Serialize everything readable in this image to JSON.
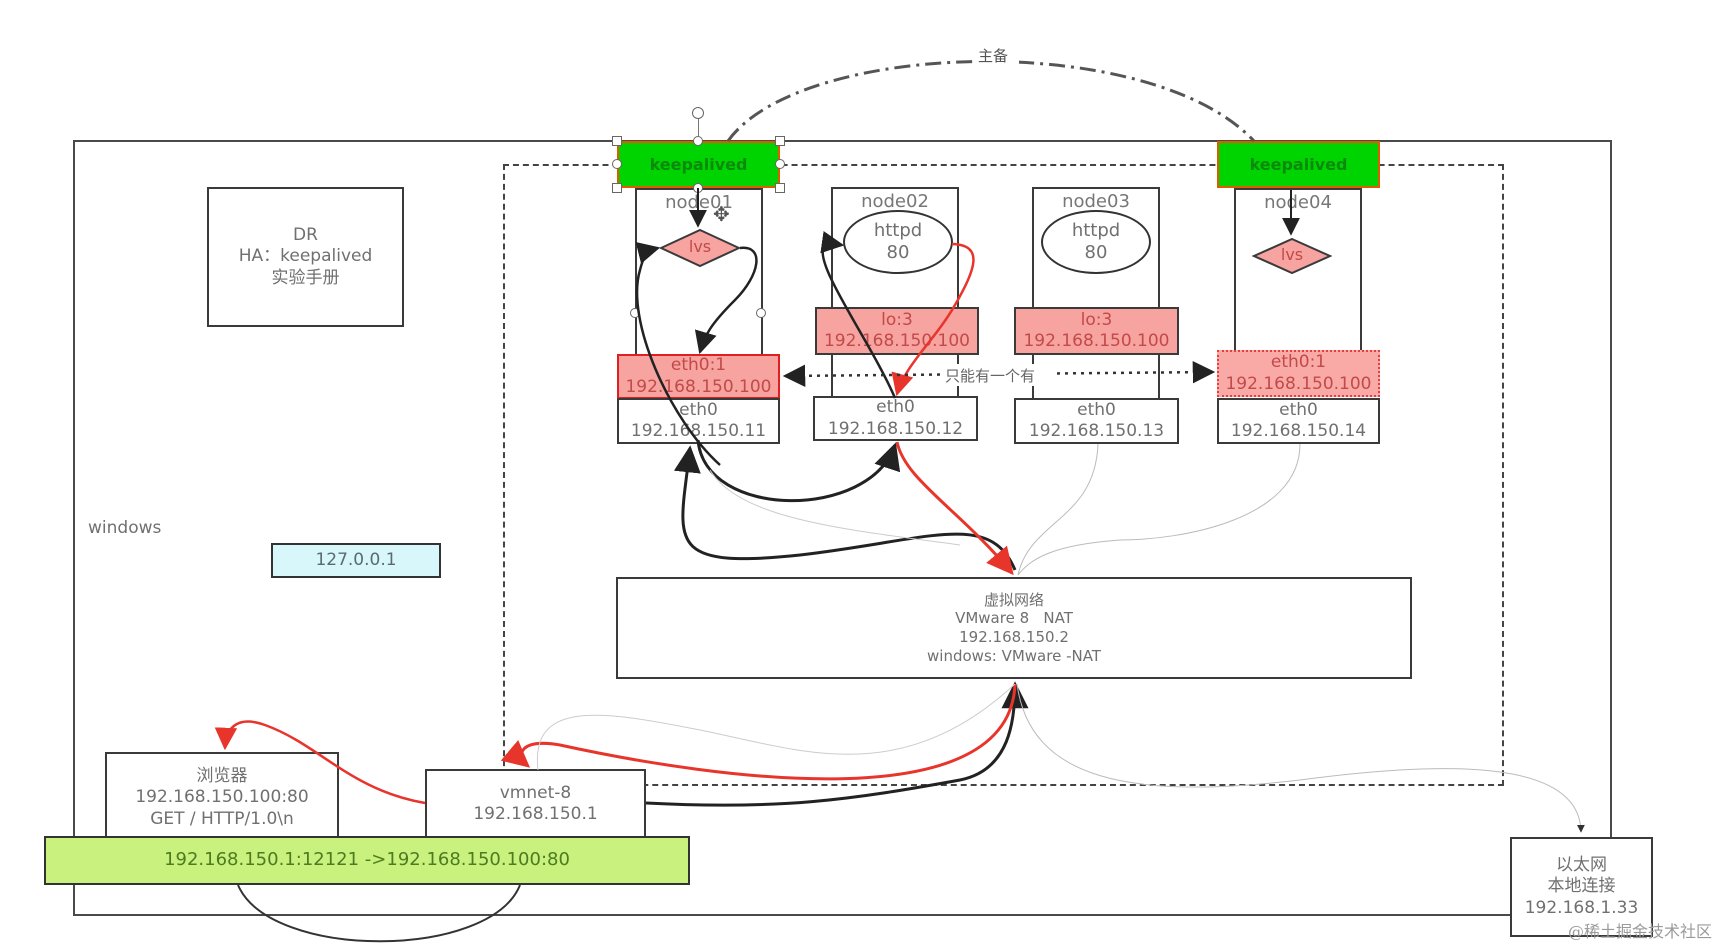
{
  "title_arc_label": "主备",
  "dr_box": {
    "lines": [
      "DR",
      "HA：keepalived",
      "实验手册"
    ]
  },
  "windows_label": "windows",
  "loopback": {
    "label": "127.0.0.1"
  },
  "exclusive_label": "只能有一个有",
  "keepalived_label": "keepalived",
  "nodes": [
    {
      "name": "node01",
      "service": "lvs",
      "iface": "eth0:1",
      "vip": "192.168.150.100",
      "eth0_label": "eth0",
      "eth0_ip": "192.168.150.11"
    },
    {
      "name": "node02",
      "service_lines": [
        "httpd",
        "80"
      ],
      "iface": "lo:3",
      "vip": "192.168.150.100",
      "eth0_label": "eth0",
      "eth0_ip": "192.168.150.12"
    },
    {
      "name": "node03",
      "service_lines": [
        "httpd",
        "80"
      ],
      "iface": "lo:3",
      "vip": "192.168.150.100",
      "eth0_label": "eth0",
      "eth0_ip": "192.168.150.13"
    },
    {
      "name": "node04",
      "service": "lvs",
      "iface": "eth0:1",
      "vip": "192.168.150.100",
      "eth0_label": "eth0",
      "eth0_ip": "192.168.150.14"
    }
  ],
  "vmware": {
    "lines": [
      "虚拟网络",
      "VMware 8   NAT",
      "192.168.150.2",
      "windows: VMware -NAT"
    ]
  },
  "browser": {
    "lines": [
      "浏览器",
      "192.168.150.100:80",
      "GET / HTTP/1.0\\n"
    ]
  },
  "vmnet": {
    "lines": [
      "vmnet-8",
      "192.168.150.1"
    ]
  },
  "connection_bar": {
    "label": "192.168.150.1:12121 ->192.168.150.100:80"
  },
  "ethernet": {
    "lines": [
      "以太网",
      "本地连接",
      "192.168.1.33"
    ]
  },
  "watermark": "@稀土掘金技术社区",
  "colors": {
    "keepalived_fill": "#00d400",
    "vip_fill": "#f7a3a0",
    "loopback_fill": "#d8f7fb",
    "conn_fill": "#c8f17e",
    "flow_red": "#e8352c"
  }
}
